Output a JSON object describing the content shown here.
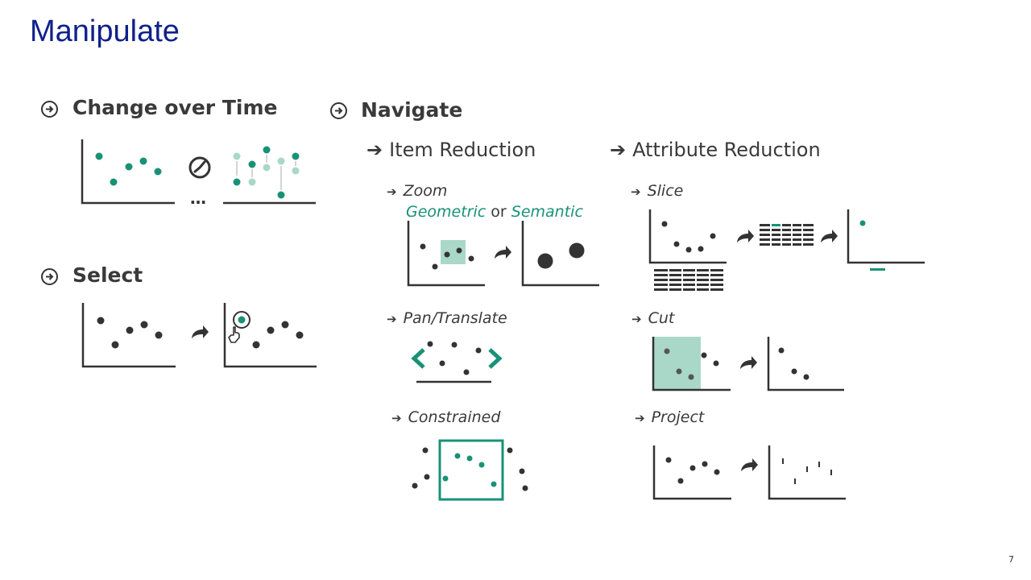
{
  "title": "Manipulate",
  "page_number": "7",
  "arrow_glyph": "➔",
  "sections": {
    "change_over_time": {
      "label": "Change over Time"
    },
    "select": {
      "label": "Select"
    },
    "navigate": {
      "label": "Navigate",
      "item_reduction": {
        "label": "Item Reduction",
        "zoom": {
          "label": "Zoom",
          "geometric": "Geometric",
          "or": "or",
          "semantic": "Semantic"
        },
        "pan": {
          "label": "Pan/Translate"
        },
        "constrained": {
          "label": "Constrained"
        }
      },
      "attribute_reduction": {
        "label": "Attribute Reduction",
        "slice": {
          "label": "Slice"
        },
        "cut": {
          "label": "Cut"
        },
        "project": {
          "label": "Project"
        }
      }
    }
  },
  "ellipsis": "…",
  "colors": {
    "title": "#10218b",
    "accent": "#1a9177",
    "accent_light": "#a9d8c9",
    "dark": "#333333"
  }
}
